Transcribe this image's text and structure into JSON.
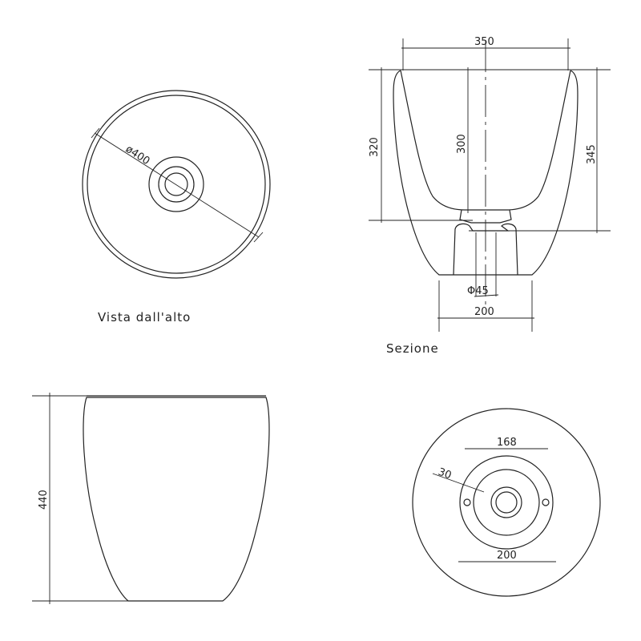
{
  "views": {
    "top": {
      "label": "Vista dall'alto",
      "diameter": "ø400"
    },
    "section": {
      "label": "Sezione",
      "width_top": "350",
      "height_outer": "320",
      "depth_inner": "300",
      "height_total": "345",
      "drain": "Φ45",
      "base": "200"
    },
    "side": {
      "height": "440"
    },
    "bottom": {
      "ring_outer": "168",
      "ring_width": "30",
      "base": "200"
    }
  }
}
